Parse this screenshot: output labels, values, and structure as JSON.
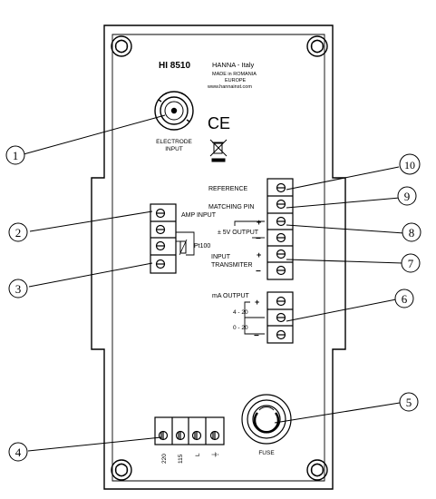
{
  "header": {
    "model": "HI 8510",
    "brand_line": "HANNA - Italy",
    "made_in": "MADE in ROMANIA",
    "region": "EUROPE",
    "website": "www.hannainst.com",
    "ce_mark": "CE",
    "weee_icon": "crossed-out-bin-icon"
  },
  "electrode": {
    "label_line1": "ELECTRODE",
    "label_line2": "INPUT"
  },
  "amp": {
    "label": "AMP INPUT",
    "pt_label": "Pt100"
  },
  "right_terminals": {
    "reference": "REFERENCE",
    "matching_pin": "MATCHING PIN",
    "v_output": "± 5V OUTPUT",
    "input_line1": "INPUT",
    "input_line2": "TRANSMITER",
    "plus": "+",
    "minus": "−"
  },
  "ma_output": {
    "label": "mA OUTPUT",
    "range1": "4 - 20",
    "range2": "0 - 20",
    "plus": "+",
    "minus": "−"
  },
  "power": {
    "labels": [
      "220",
      "115",
      "L",
      "⏚"
    ]
  },
  "fuse": {
    "label": "FUSE"
  },
  "callouts": [
    "1",
    "2",
    "3",
    "4",
    "5",
    "6",
    "7",
    "8",
    "9",
    "10"
  ]
}
